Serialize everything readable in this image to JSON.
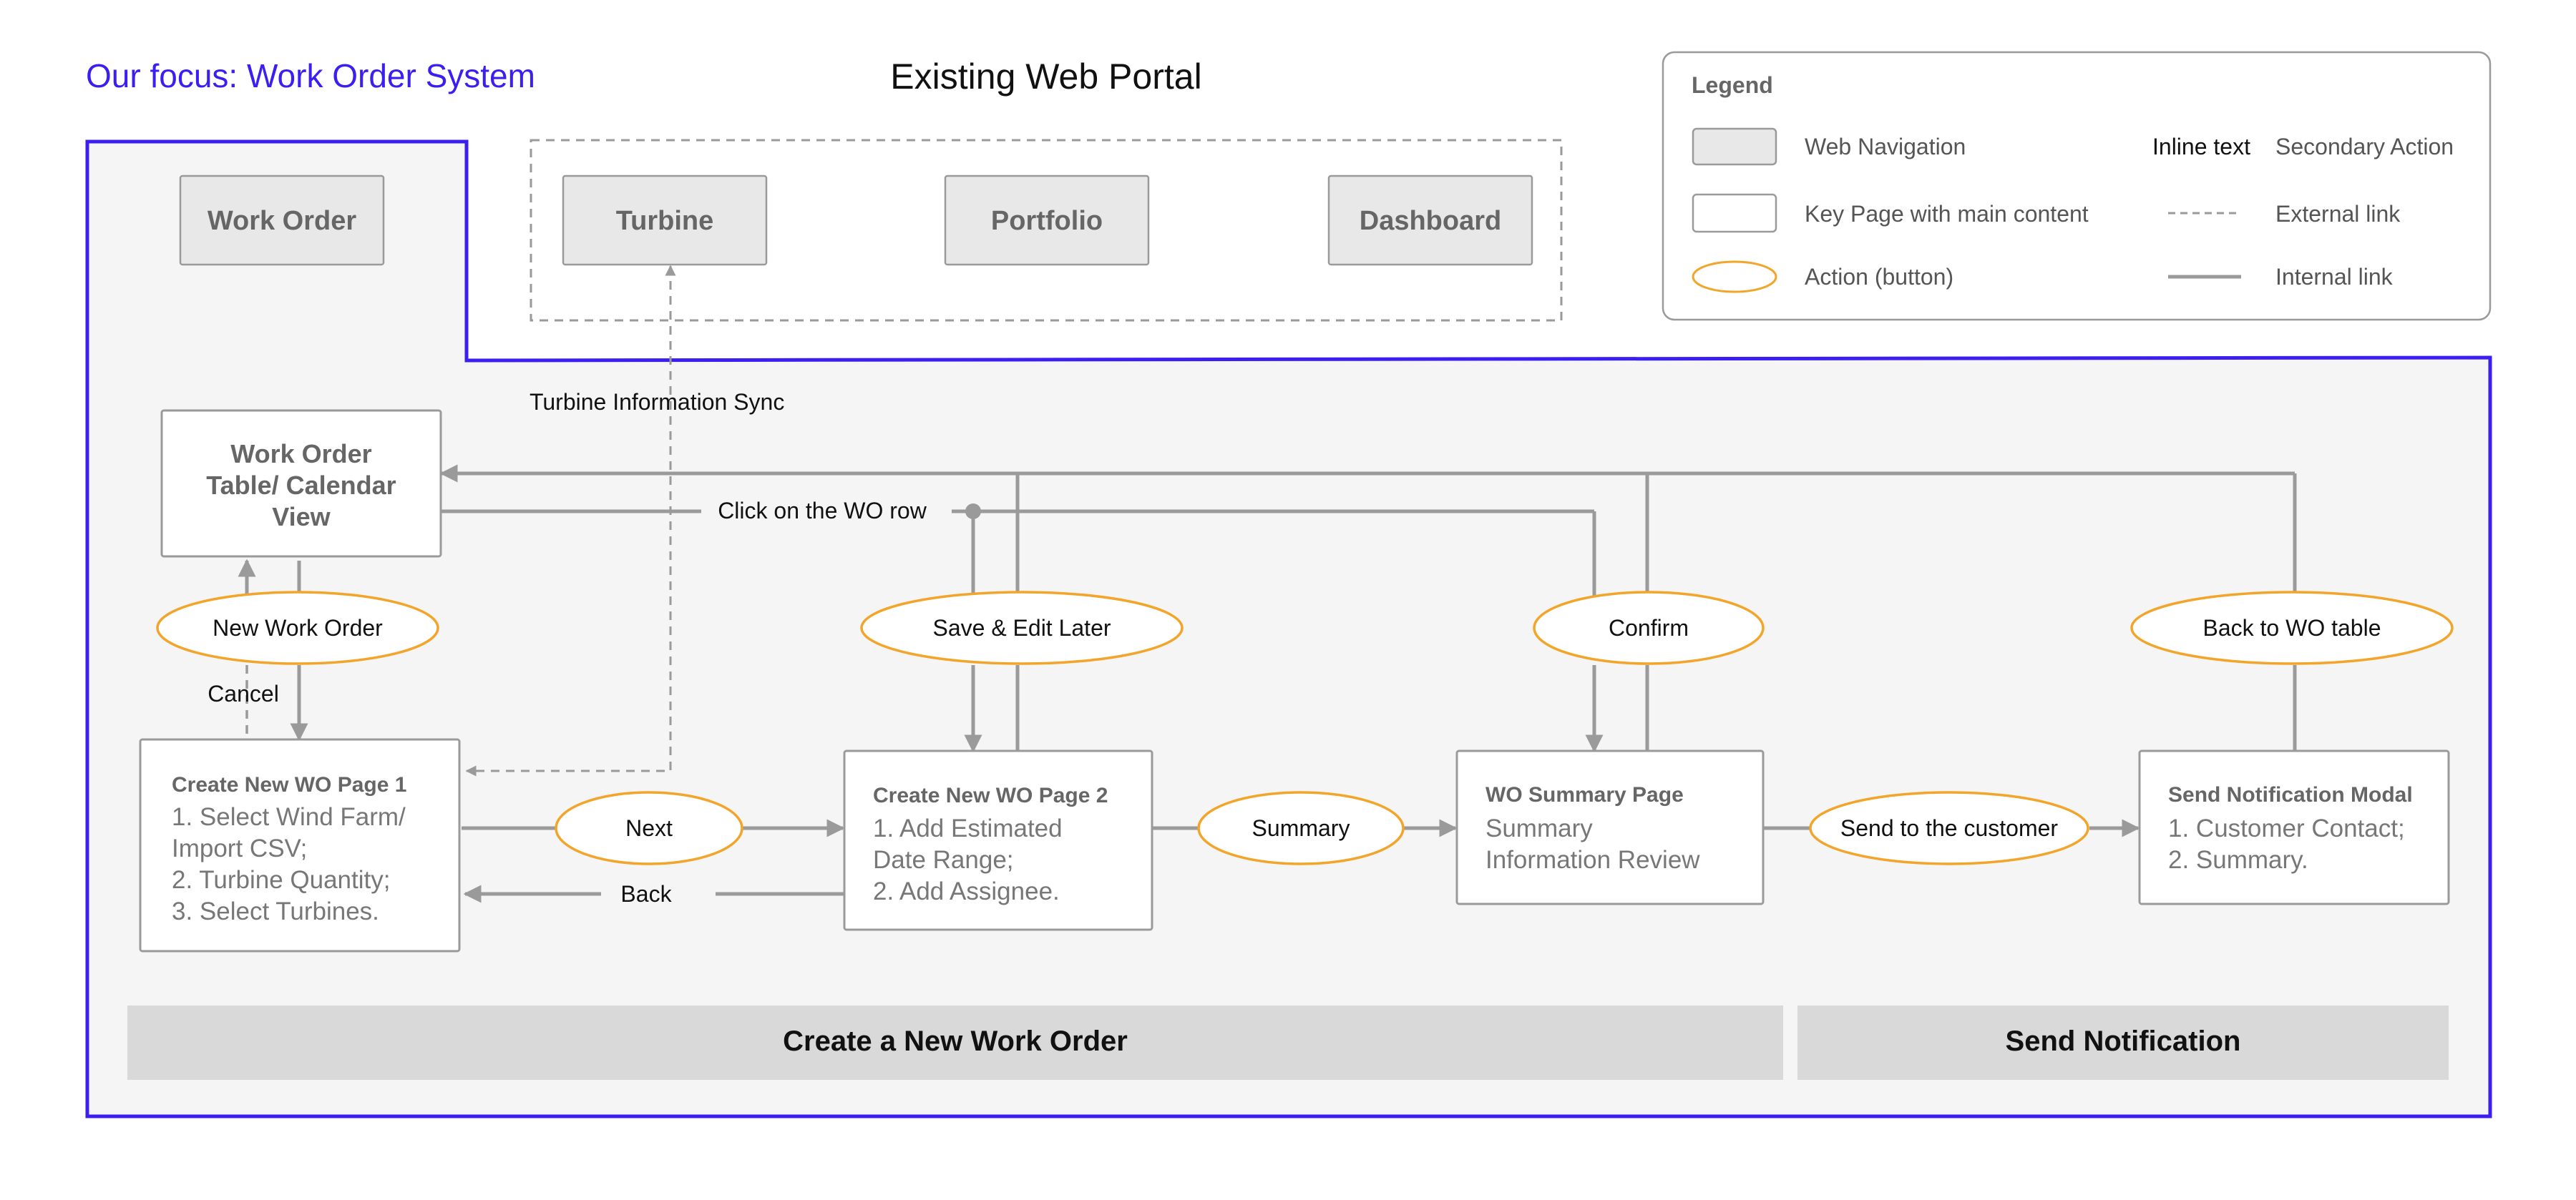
{
  "focus_title": "Our focus: Work Order System",
  "portal_title": "Existing Web Portal",
  "nav": {
    "work_order": "Work Order",
    "turbine": "Turbine",
    "portfolio": "Portfolio",
    "dashboard": "Dashboard"
  },
  "legend": {
    "title": "Legend",
    "web_navigation": "Web Navigation",
    "key_page": "Key Page with main content",
    "action": "Action (button)",
    "inline_text_sample": "Inline text",
    "secondary_action": "Secondary Action",
    "external_link": "External link",
    "internal_link": "Internal link"
  },
  "pages": {
    "wo_table": {
      "line1": "Work Order",
      "line2": "Table/ Calendar",
      "line3": "View"
    },
    "wo_page1": {
      "title": "Create New WO Page 1",
      "line1": "1. Select Wind Farm/",
      "line2": "Import CSV;",
      "line3": "2. Turbine Quantity;",
      "line4": "3. Select Turbines."
    },
    "wo_page2": {
      "title": "Create New WO Page 2",
      "line1": "1. Add Estimated",
      "line2": "Date Range;",
      "line3": "2. Add Assignee."
    },
    "wo_summary": {
      "title": "WO Summary Page",
      "line1": "Summary",
      "line2": "Information Review"
    },
    "notification": {
      "title": "Send Notification Modal",
      "line1": "1. Customer Contact;",
      "line2": "2. Summary."
    }
  },
  "actions": {
    "new_work_order": "New Work Order",
    "save_edit_later": "Save & Edit Later",
    "confirm": "Confirm",
    "back_to_table": "Back to WO table",
    "next": "Next",
    "summary": "Summary",
    "send_customer": "Send to the customer"
  },
  "inline": {
    "turbine_sync": "Turbine Information Sync",
    "click_row": "Click on the WO row",
    "cancel": "Cancel",
    "back": "Back"
  },
  "sections": {
    "create": "Create a New Work Order",
    "notify": "Send Notification"
  },
  "colors": {
    "focus_border": "#3a1ff0",
    "action_border": "#f2a52a",
    "line_gray": "#9a9a9a",
    "nav_fill": "#e8e8e8",
    "section_fill": "#d9d9d9",
    "focus_fill": "#f5f5f5"
  }
}
